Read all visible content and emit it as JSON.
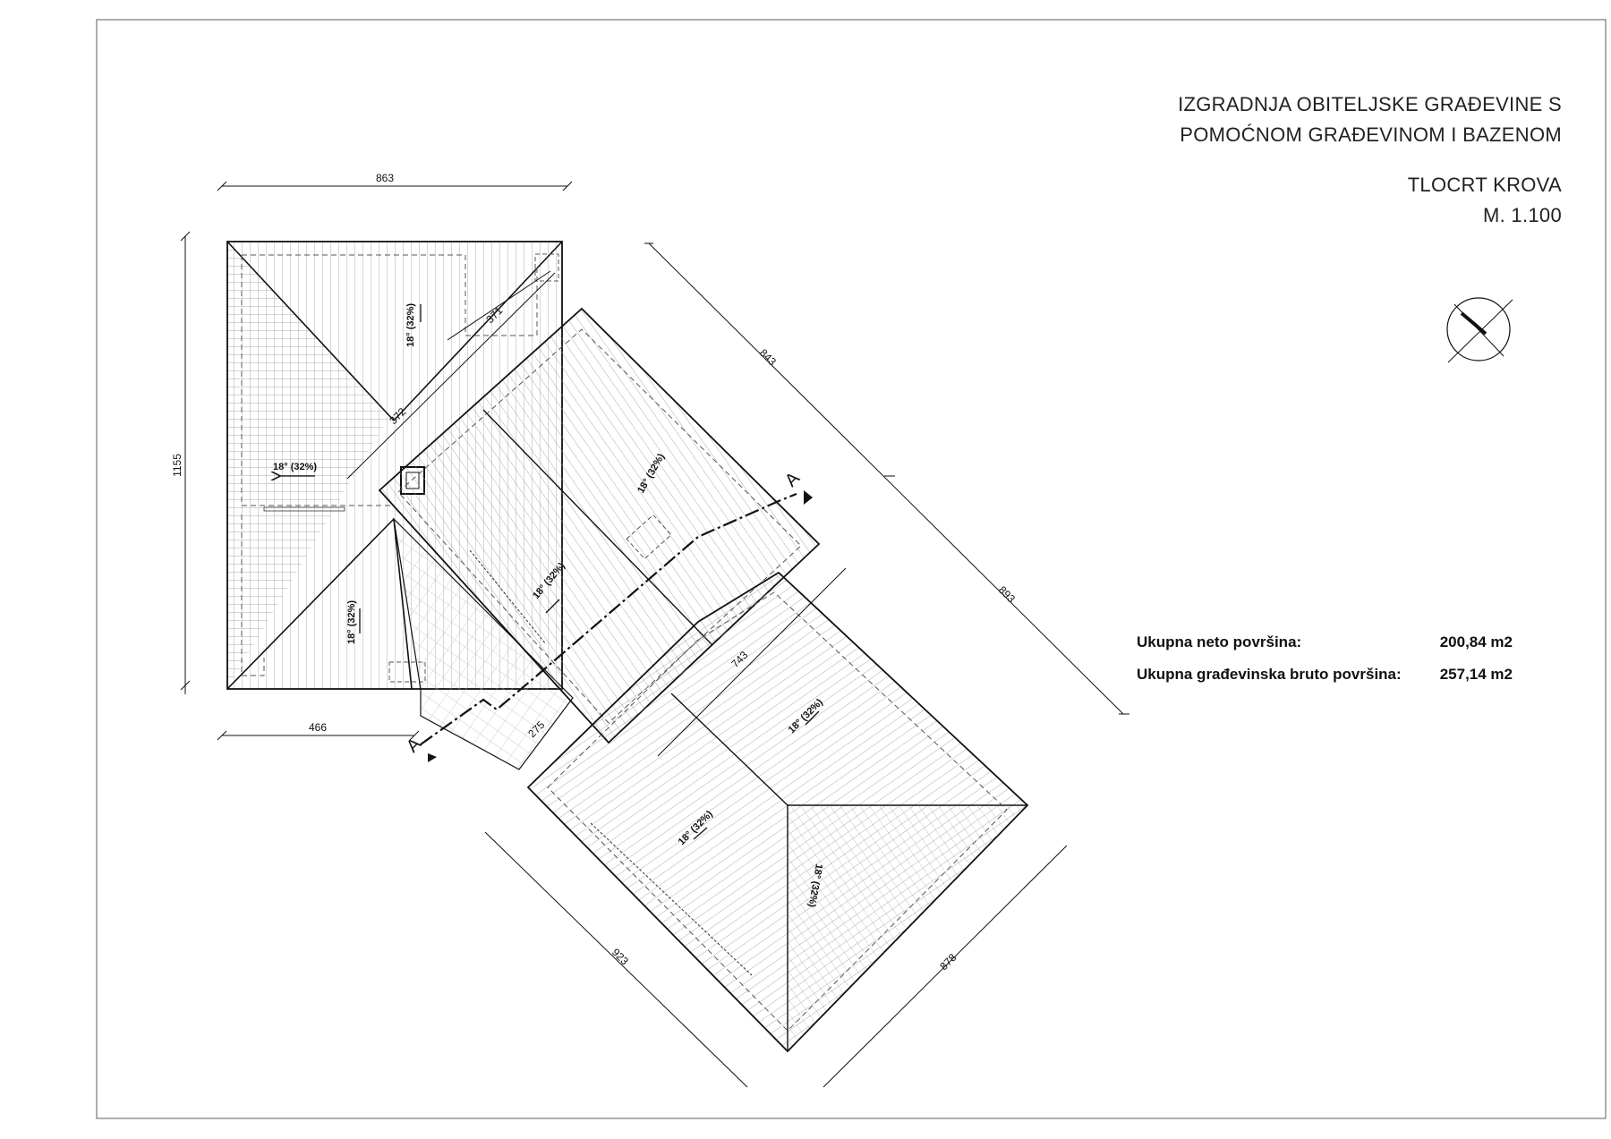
{
  "title": {
    "line1": "IZGRADNJA OBITELJSKE GRAĐEVINE S",
    "line2": "POMOĆNOM GRAĐEVINOM I BAZENOM",
    "sheet": "TLOCRT KROVA",
    "scale": "M. 1.100"
  },
  "areas": {
    "neto_label": "Ukupna neto površina:",
    "neto_value": "200,84 m2",
    "bruto_label": "Ukupna građevinska bruto površina:",
    "bruto_value": "257,14 m2"
  },
  "dimensions": {
    "top_width": "863",
    "left_height": "1155",
    "bottom_left": "466",
    "diag_372": "372",
    "diag_371": "371",
    "diag_843": "843",
    "diag_893": "893",
    "diag_743": "743",
    "diag_275": "275",
    "diag_923": "923",
    "diag_878": "878"
  },
  "slopes": {
    "s1": "18° (32%)",
    "s2": "18° (32%)",
    "s3": "18° (32%)",
    "s4": "18° (32%)",
    "s5": "18° (32%)",
    "s6": "18° (32%)",
    "s7": "18° (32%)",
    "s8": "18° (32%)"
  },
  "section": {
    "label_a1": "A",
    "label_a2": "A"
  },
  "colors": {
    "line": "#111111",
    "hatch": "#9a9a9a",
    "dash": "#555555",
    "frame": "#777777"
  }
}
